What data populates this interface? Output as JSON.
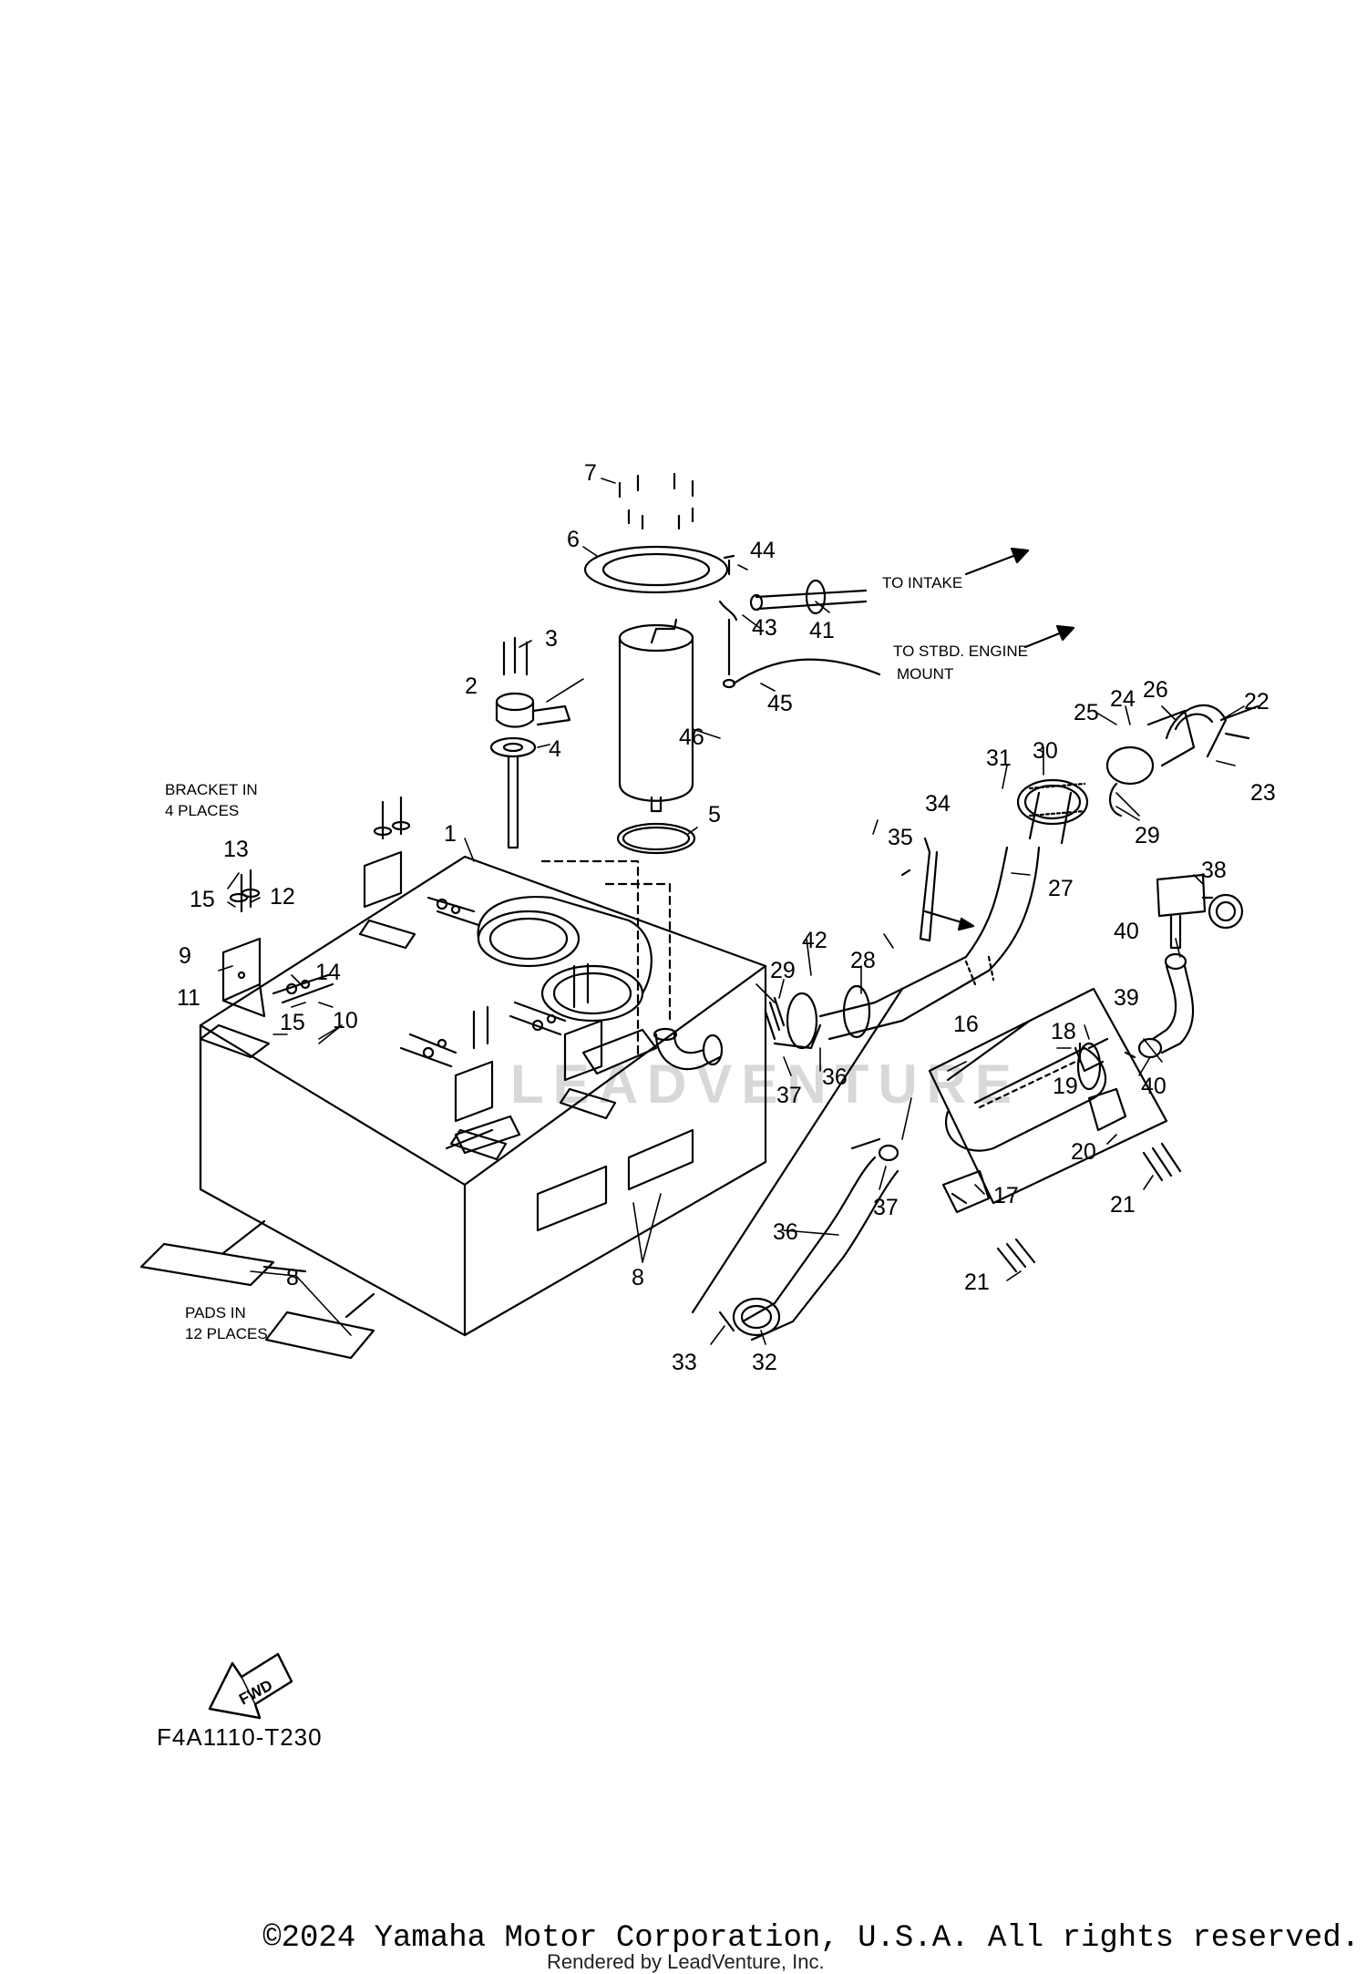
{
  "diagram": {
    "drawing_code": "F4A1110-T230",
    "fwd_label": "FWD",
    "notes": {
      "bracket_l1": "BRACKET IN",
      "bracket_l2": "4 PLACES",
      "pads_l1": "PADS IN",
      "pads_l2": "12 PLACES",
      "to_intake": "TO INTAKE",
      "to_stbd_l1": "TO STBD. ENGINE",
      "to_stbd_l2": "MOUNT"
    },
    "callouts": {
      "c1": "1",
      "c2": "2",
      "c3": "3",
      "c4": "4",
      "c5": "5",
      "c6": "6",
      "c7": "7",
      "c8a": "8",
      "c8b": "8",
      "c9": "9",
      "c10": "10",
      "c11": "11",
      "c12": "12",
      "c13": "13",
      "c14": "14",
      "c15a": "15",
      "c15b": "15",
      "c16": "16",
      "c17": "17",
      "c18": "18",
      "c19": "19",
      "c20": "20",
      "c21a": "21",
      "c21b": "21",
      "c22": "22",
      "c23": "23",
      "c24": "24",
      "c25": "25",
      "c26": "26",
      "c27": "27",
      "c28": "28",
      "c29a": "29",
      "c29b": "29",
      "c30": "30",
      "c31": "31",
      "c32": "32",
      "c33": "33",
      "c34": "34",
      "c35": "35",
      "c36a": "36",
      "c36b": "36",
      "c37a": "37",
      "c37b": "37",
      "c38": "38",
      "c39": "39",
      "c40a": "40",
      "c40b": "40",
      "c41": "41",
      "c42": "42",
      "c43": "43",
      "c44": "44",
      "c45": "45",
      "c46": "46"
    }
  },
  "footer": {
    "copyright": "©2024 Yamaha Motor Corporation, U.S.A. All rights reserved.",
    "rendered_by": "Rendered by LeadVenture, Inc."
  },
  "watermark": "LEADVENTURE"
}
